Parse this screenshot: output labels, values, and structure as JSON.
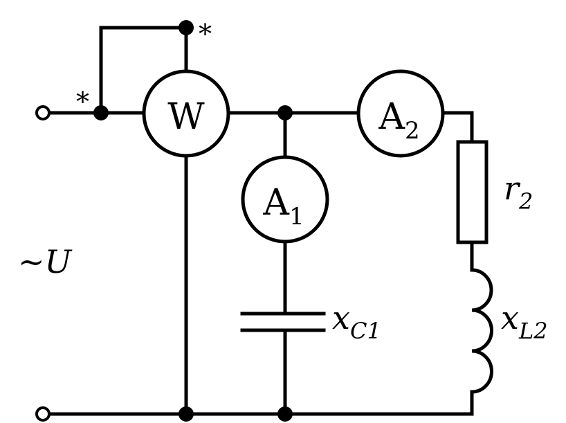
{
  "source_label": "~U",
  "wattmeter": {
    "symbol": "W",
    "marker": "*"
  },
  "ammeter1": {
    "symbol": "A",
    "index": "1"
  },
  "ammeter2": {
    "symbol": "A",
    "index": "2"
  },
  "resistor": {
    "symbol": "r",
    "index": "2"
  },
  "capacitor": {
    "symbol": "x",
    "index": "C1"
  },
  "inductor": {
    "symbol": "x",
    "index": "L2"
  }
}
